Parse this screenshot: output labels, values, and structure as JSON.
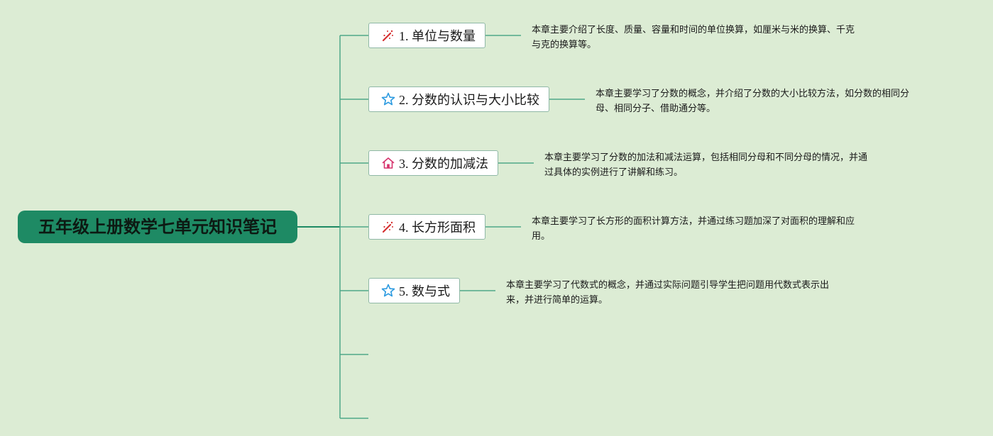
{
  "root": {
    "title": "五年级上册数学七单元知识笔记"
  },
  "topics": [
    {
      "label": "1. 单位与数量",
      "icon": "magic-wand-icon",
      "note": [
        "本章主要介绍了长度、质量、容量和时间的单位换算，如厘米与米的换算、千克",
        "与克的换算等。"
      ]
    },
    {
      "label": "2. 分数的认识与大小比较",
      "icon": "star-icon",
      "note": [
        "本章主要学习了分数的概念，并介绍了分数的大小比较方法，如分数的相同分",
        "母、相同分子、借助通分等。"
      ]
    },
    {
      "label": "3. 分数的加减法",
      "icon": "house-icon",
      "note": [
        "本章主要学习了分数的加法和减法运算，包括相同分母和不同分母的情况，并通",
        "过具体的实例进行了讲解和练习。"
      ]
    },
    {
      "label": "4. 长方形面积",
      "icon": "magic-wand-icon",
      "note": [
        "本章主要学习了长方形的面积计算方法，并通过练习题加深了对面积的理解和应",
        "用。"
      ]
    },
    {
      "label": "5. 数与式",
      "icon": "star-icon",
      "note": [
        "本章主要学习了代数式的概念，并通过实际问题引导学生把问题用代数式表示出",
        "来，并进行简单的运算。"
      ]
    }
  ],
  "colors": {
    "background": "#dcecd4",
    "root_fill": "#1e8a64",
    "connector": "#4fa888",
    "topic_border": "#8fb8a6",
    "star_icon": "#2b9ae0",
    "house_icon": "#d6336c",
    "wand_icon": "#d63031"
  }
}
